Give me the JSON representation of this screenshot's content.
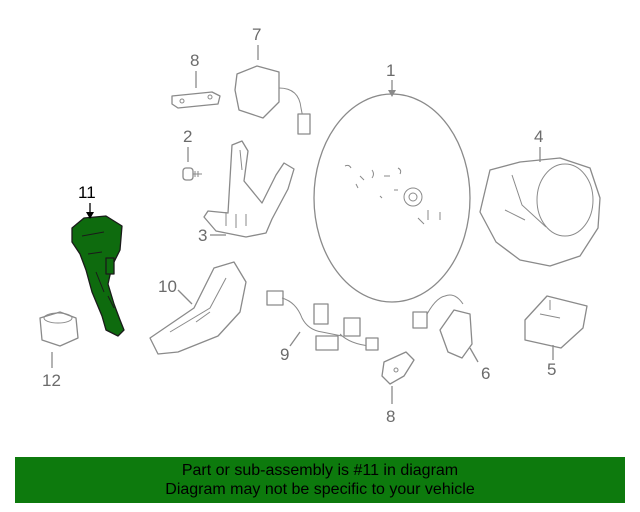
{
  "diagram": {
    "highlight_color": "#0d7a0d",
    "highlighted_part": "11",
    "callouts": {
      "c1": "1",
      "c2": "2",
      "c3": "3",
      "c4": "4",
      "c5": "5",
      "c6": "6",
      "c7": "7",
      "c8a": "8",
      "c8b": "8",
      "c9": "9",
      "c10": "10",
      "c11": "11",
      "c12": "12"
    }
  },
  "footer": {
    "line1": "Part or sub-assembly is #11 in diagram",
    "line2": "Diagram may not be specific to your vehicle"
  }
}
